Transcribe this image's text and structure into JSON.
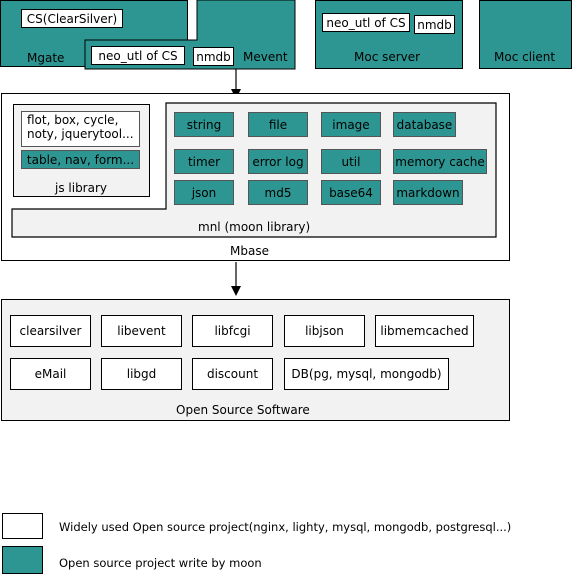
{
  "top": {
    "mgate": {
      "label": "Mgate",
      "inner": "CS(ClearSilver)"
    },
    "mevent": {
      "label": "Mevent",
      "inner_a": "neo_utl of CS",
      "inner_b": "nmdb"
    },
    "moc_server": {
      "label": "Moc server",
      "inner_a": "neo_utl of CS",
      "inner_b": "nmdb"
    },
    "moc_client": {
      "label": "Moc client"
    }
  },
  "mbase": {
    "label": "Mbase",
    "js_library": {
      "label": "js library",
      "white_item": "flot, box, cycle, noty, jquerytool...",
      "teal_item": "table, nav, form..."
    },
    "mnl": {
      "label": "mnl (moon library)",
      "modules": [
        "string",
        "file",
        "image",
        "database",
        "timer",
        "error log",
        "util",
        "memory cache",
        "json",
        "md5",
        "base64",
        "markdown"
      ]
    }
  },
  "oss": {
    "label": "Open Source Software",
    "items": [
      "clearsilver",
      "libevent",
      "libfcgi",
      "libjson",
      "libmemcached",
      "eMail",
      "libgd",
      "discount",
      "DB(pg, mysql, mongodb)"
    ]
  },
  "legend": {
    "white": "Widely used Open source project(nginx, lighty, mysql, mongodb, postgresql...)",
    "teal": "Open source project write by moon"
  },
  "colors": {
    "teal": "#2e9692",
    "panel": "#f2f2f2"
  }
}
